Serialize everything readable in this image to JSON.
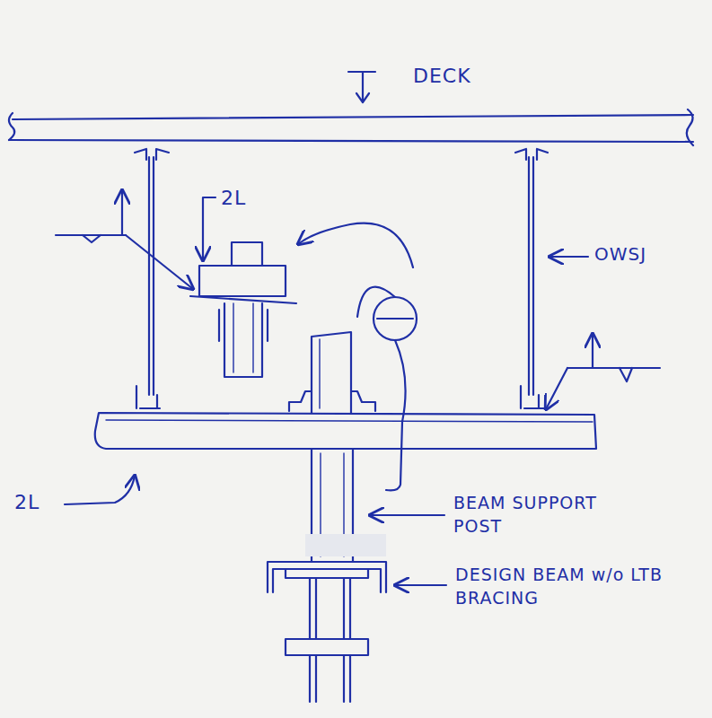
{
  "diagram": {
    "labels": [
      "DECK",
      "2L",
      "OWSJ",
      "2L",
      "BEAM SUPPORT POST",
      "DESIGN BEAM w/o LTB BRACING"
    ]
  }
}
